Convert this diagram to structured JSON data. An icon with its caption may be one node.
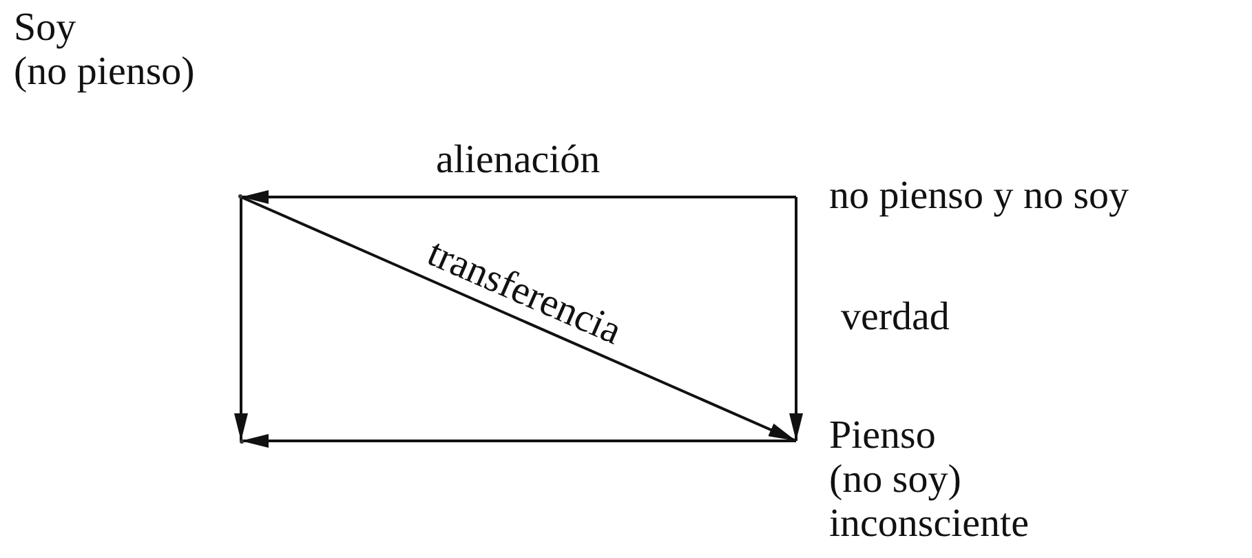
{
  "diagram": {
    "nodes": [
      {
        "text": [
          "Soy",
          "(no pienso)"
        ]
      },
      {
        "text": [
          "no pienso y no soy"
        ]
      },
      {
        "text": [
          "Pienso",
          "(no soy)",
          "inconsciente"
        ]
      },
      {
        "text": [],
        "shape": "point"
      }
    ],
    "edges": [
      {
        "from": 1,
        "to": 0,
        "arrow": "to",
        "label": "alienación"
      },
      {
        "from": 1,
        "to": 2,
        "arrow": "to",
        "label": "verdad"
      },
      {
        "from": 0,
        "to": 2,
        "arrow": "to",
        "label": "transferencia"
      },
      {
        "from": 0,
        "to": 3,
        "arrow": "to"
      },
      {
        "from": 2,
        "to": 3,
        "arrow": "to"
      }
    ]
  }
}
